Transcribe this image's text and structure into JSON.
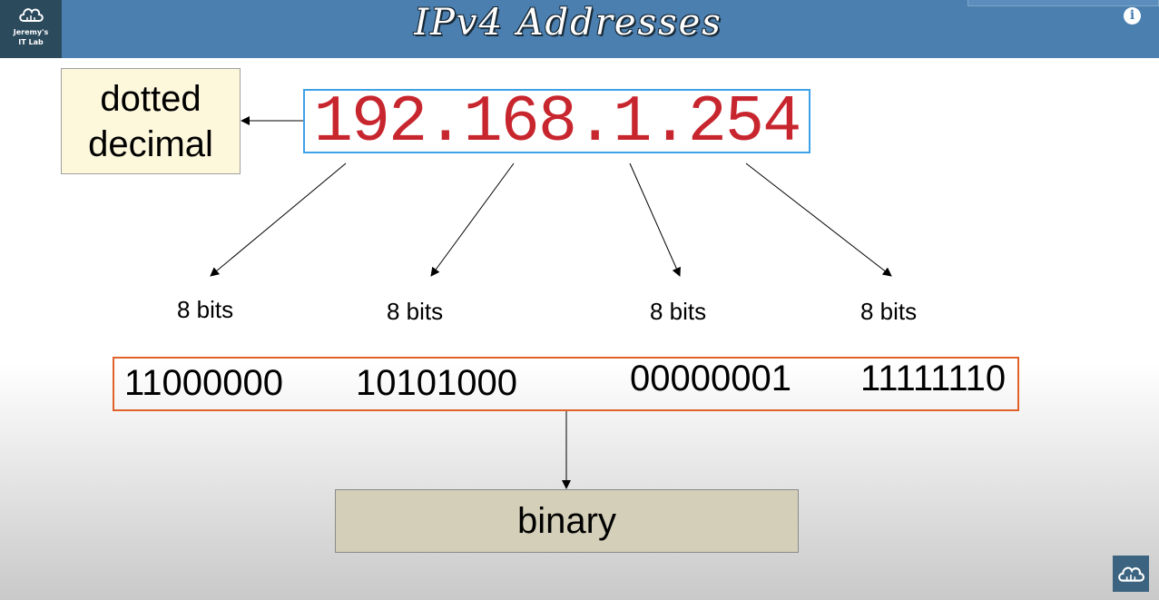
{
  "header": {
    "title": "IPv4 Addresses",
    "logo_text": "Jeremy's\nIT Lab",
    "info_icon": "info-icon"
  },
  "diagram": {
    "ip_address": "192.168.1.254",
    "dotted_label": "dotted\ndecimal",
    "bits_labels": [
      "8 bits",
      "8 bits",
      "8 bits",
      "8 bits"
    ],
    "octets_binary": [
      "11000000",
      "10101000",
      "00000001",
      "11111110"
    ],
    "binary_label": "binary"
  },
  "colors": {
    "header": "#4a7fb0",
    "ip_text": "#c8262e",
    "ip_border": "#3ea2e8",
    "binary_border": "#e0622a",
    "dotted_box": "#fdf7dc",
    "binary_box": "#d4cfb9"
  }
}
